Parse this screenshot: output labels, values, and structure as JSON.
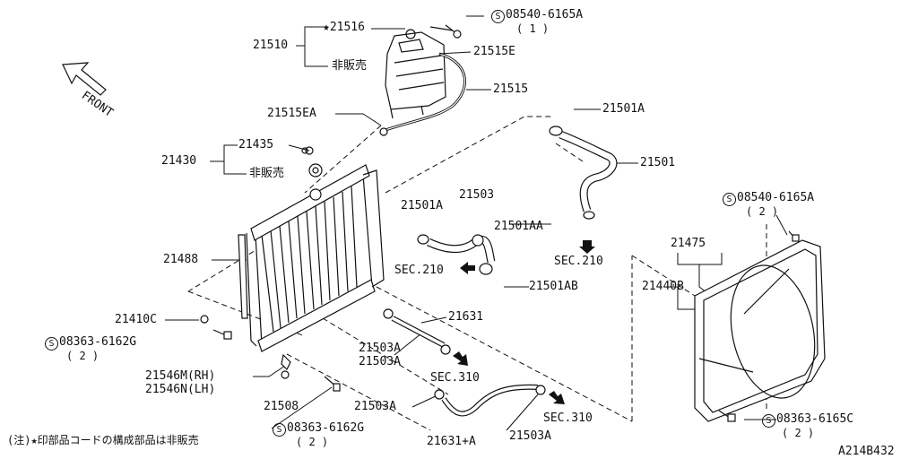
{
  "labels": {
    "p21510": "21510",
    "p21516": "★21516",
    "bolt_top": "08540-6165A",
    "bolt_top_qty": "( 1 )",
    "p21515e": "21515E",
    "not_sold_1": "非販売",
    "p21515": "21515",
    "p21515ea": "21515EA",
    "p21501a_top": "21501A",
    "p21435": "21435",
    "p21430": "21430",
    "not_sold_2": "非販売",
    "p21501": "21501",
    "p21501a_mid": "21501A",
    "p21503": "21503",
    "p21501aa": "21501AA",
    "bolt_right": "08540-6165A",
    "bolt_right_qty": "( 2 )",
    "p21488": "21488",
    "sec210_a": "SEC.210",
    "sec210_b": "SEC.210",
    "p21475": "21475",
    "p21501ab": "21501AB",
    "p21440b": "21440B",
    "p21410c": "21410C",
    "p21631": "21631",
    "bolt_left": "08363-6162G",
    "bolt_left_qty": "( 2 )",
    "p21503a_1": "21503A",
    "p21503a_2": "21503A",
    "sec310_a": "SEC.310",
    "p21546m": "21546M(RH)",
    "p21546n": "21546N(LH)",
    "p21508": "21508",
    "p21503a_3": "21503A",
    "sec310_b": "SEC.310",
    "bolt_bottom_right": "08363-6165C",
    "bolt_bottom_right_qty": "( 2 )",
    "bolt_bottom": "08363-6162G",
    "bolt_bottom_qty": "( 2 )",
    "p21631a": "21631+A",
    "p21503a_4": "21503A",
    "front": "FRONT",
    "note": "(注)★印部品コードの構成部品は非販売",
    "fig_code": "A214B432"
  },
  "s_mark": "S"
}
